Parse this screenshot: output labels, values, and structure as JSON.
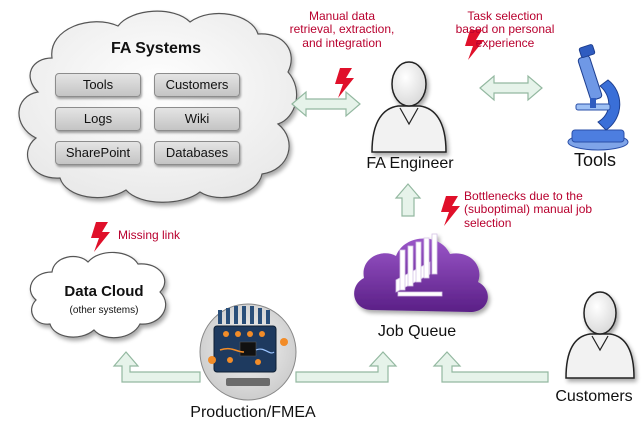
{
  "fa_systems": {
    "title": "FA Systems",
    "buttons": [
      "Tools",
      "Customers",
      "Logs",
      "Wiki",
      "SharePoint",
      "Databases"
    ]
  },
  "data_cloud": {
    "title": "Data Cloud",
    "subtitle": "(other systems)"
  },
  "nodes": {
    "engineer": "FA Engineer",
    "tools": "Tools",
    "job_queue": "Job Queue",
    "customers": "Customers",
    "production": "Production/FMEA"
  },
  "annotations": {
    "manual_data": [
      "Manual data",
      "retrieval, extraction,",
      "and integration"
    ],
    "task_selection": [
      "Task selection",
      "based on personal",
      "experience"
    ],
    "bottlenecks": [
      "Bottlenecks due to the",
      "(suboptimal) manual job",
      "selection"
    ],
    "missing_link": "Missing link"
  },
  "colors": {
    "annotation": "#b8002e",
    "lightning": "#e0102a",
    "arrow_fill": "#e6f3ea",
    "arrow_stroke": "#93b8a0",
    "job_queue": "#6a2a9a",
    "microscope": "#3a6fd8"
  },
  "icons": {
    "engineer": "person-icon",
    "customers": "person-icon",
    "tools": "microscope-icon",
    "job_queue": "server-cloud-icon",
    "production": "circuit-board-icon",
    "bolts": "lightning-icon"
  }
}
